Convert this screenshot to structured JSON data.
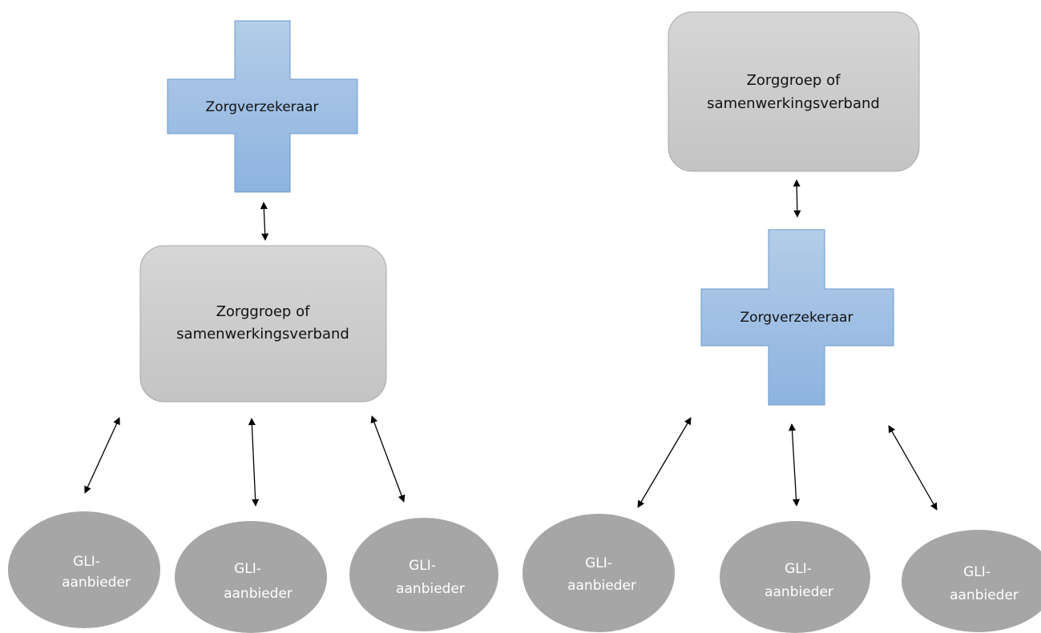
{
  "left": {
    "insurer": {
      "label": "Zorgverzekeraar"
    },
    "group": {
      "line1": "Zorggroep of",
      "line2": "samenwerkingsverband"
    },
    "providers": [
      {
        "line1": "GLI-",
        "line2": "aanbieder"
      },
      {
        "line1": "GLI-",
        "line2": "aanbieder"
      },
      {
        "line1": "GLI-",
        "line2": "aanbieder"
      }
    ]
  },
  "right": {
    "group": {
      "line1": "Zorggroep of",
      "line2": "samenwerkingsverband"
    },
    "insurer": {
      "label": "Zorgverzekeraar"
    },
    "providers": [
      {
        "line1": "GLI-",
        "line2": "aanbieder"
      },
      {
        "line1": "GLI-",
        "line2": "aanbieder"
      },
      {
        "line1": "GLI-",
        "line2": "aanbieder"
      }
    ]
  },
  "colors": {
    "cross_top": "#b4cde8",
    "cross_bottom": "#8db3e0",
    "cross_stroke": "#6b99cc",
    "group_top": "#d6d6d6",
    "group_bottom": "#c4c4c4",
    "group_stroke": "#a9a9a9",
    "provider_fill": "#a6a6a6"
  }
}
